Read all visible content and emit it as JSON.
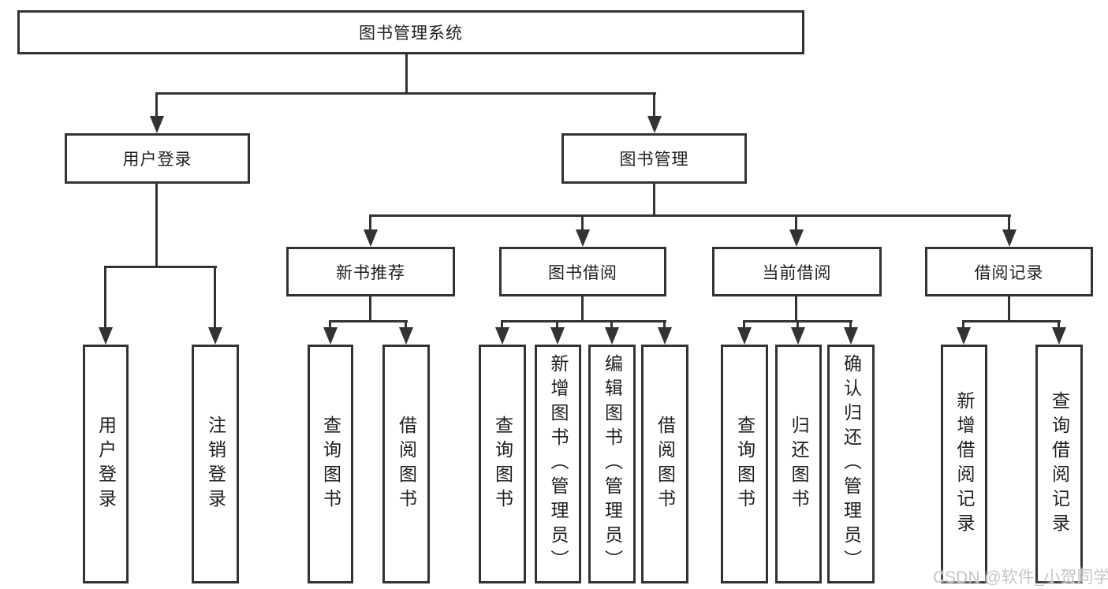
{
  "colors": {
    "line": "#333333",
    "text": "#1f1f1f",
    "background": "#ffffff",
    "watermark": "#c6c6c6"
  },
  "watermark": "CSDN @软件_小贺同学",
  "nodes": {
    "root": {
      "label": "图书管理系统"
    },
    "userLogin": {
      "label": "用户登录"
    },
    "bookMgmt": {
      "label": "图书管理"
    },
    "newBookRec": {
      "label": "新书推荐"
    },
    "bookBorrow": {
      "label": "图书借阅"
    },
    "currentBorrow": {
      "label": "当前借阅"
    },
    "borrowRecords": {
      "label": "借阅记录"
    },
    "leafUserLogin": {
      "label": "用户登录"
    },
    "leafLogout": {
      "label": "注销登录"
    },
    "leafRecSearch": {
      "label": "查询图书"
    },
    "leafRecBorrow": {
      "label": "借阅图书"
    },
    "leafBorSearch": {
      "label": "查询图书"
    },
    "leafBorAdd": {
      "label": "新增图书（管理员）"
    },
    "leafBorEdit": {
      "label": "编辑图书（管理员）"
    },
    "leafBorBorrow": {
      "label": "借阅图书"
    },
    "leafCurSearch": {
      "label": "查询图书"
    },
    "leafCurReturn": {
      "label": "归还图书"
    },
    "leafCurConfirm": {
      "label": "确认归还（管理员）"
    },
    "leafRecordAdd": {
      "label": "新增借阅记录"
    },
    "leafRecordSearch": {
      "label": "查询借阅记录"
    }
  },
  "hierarchy": {
    "图书管理系统": {
      "用户登录": [
        "用户登录",
        "注销登录"
      ],
      "图书管理": {
        "新书推荐": [
          "查询图书",
          "借阅图书"
        ],
        "图书借阅": [
          "查询图书",
          "新增图书（管理员）",
          "编辑图书（管理员）",
          "借阅图书"
        ],
        "当前借阅": [
          "查询图书",
          "归还图书",
          "确认归还（管理员）"
        ],
        "借阅记录": [
          "新增借阅记录",
          "查询借阅记录"
        ]
      }
    }
  }
}
